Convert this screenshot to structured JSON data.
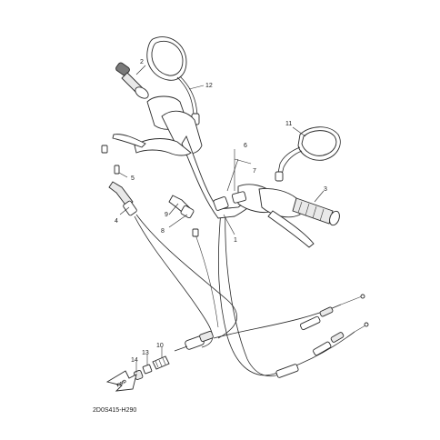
{
  "callouts": {
    "c1": "1",
    "c2": "2",
    "c3": "3",
    "c4": "4",
    "c5": "5",
    "c6": "6",
    "c7": "7",
    "c8": "8",
    "c9": "9",
    "c10": "10",
    "c11": "11",
    "c12": "12",
    "c13": "13",
    "c14": "14"
  },
  "diagram_code": "2D0S415-H290",
  "forward_arrow_label": "FWD"
}
